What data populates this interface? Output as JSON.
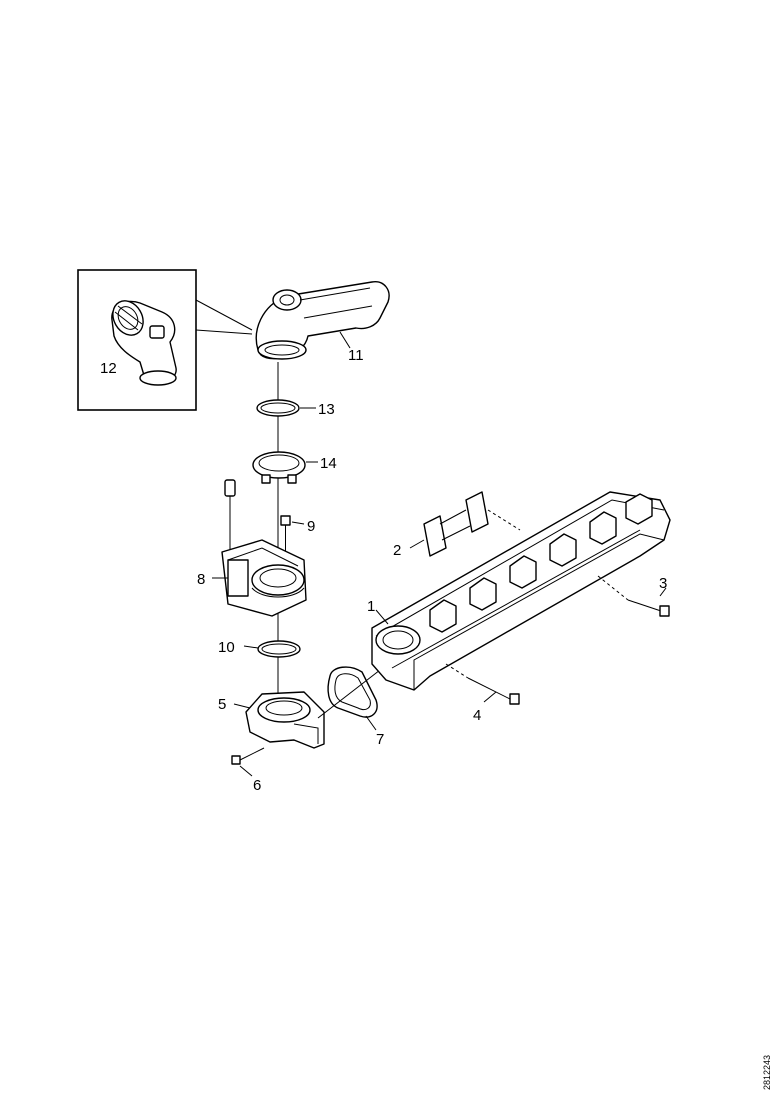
{
  "diagram": {
    "callouts": [
      {
        "id": "1",
        "label": "1"
      },
      {
        "id": "2",
        "label": "2"
      },
      {
        "id": "3",
        "label": "3"
      },
      {
        "id": "4",
        "label": "4"
      },
      {
        "id": "5",
        "label": "5"
      },
      {
        "id": "6",
        "label": "6"
      },
      {
        "id": "7",
        "label": "7"
      },
      {
        "id": "8",
        "label": "8"
      },
      {
        "id": "9",
        "label": "9"
      },
      {
        "id": "10",
        "label": "10"
      },
      {
        "id": "11",
        "label": "11"
      },
      {
        "id": "12",
        "label": "12"
      },
      {
        "id": "13",
        "label": "13"
      },
      {
        "id": "14",
        "label": "14"
      }
    ],
    "reference_number": "2812243"
  }
}
